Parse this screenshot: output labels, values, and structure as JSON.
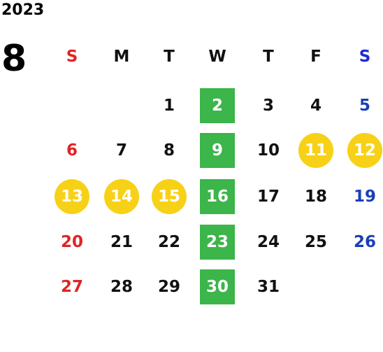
{
  "year": "2023",
  "month": "8",
  "colors": {
    "sunday": "#e02424",
    "saturday": "#1a3fb5",
    "saturday_header": "#1a2bd6",
    "weekday": "#111111",
    "green_box": "#3cb54a",
    "yellow_circle": "#f7d117",
    "highlight_text": "#ffffff"
  },
  "weekdays": [
    "S",
    "M",
    "T",
    "W",
    "T",
    "F",
    "S"
  ],
  "weeks": [
    [
      null,
      null,
      "1",
      "2",
      "3",
      "4",
      "5"
    ],
    [
      "6",
      "7",
      "8",
      "9",
      "10",
      "11",
      "12"
    ],
    [
      "13",
      "14",
      "15",
      "16",
      "17",
      "18",
      "19"
    ],
    [
      "20",
      "21",
      "22",
      "23",
      "24",
      "25",
      "26"
    ],
    [
      "27",
      "28",
      "29",
      "30",
      "31",
      null,
      null
    ]
  ],
  "green_box_days": [
    "2",
    "9",
    "16",
    "23",
    "30"
  ],
  "yellow_circle_days": [
    "11",
    "12",
    "13",
    "14",
    "15"
  ]
}
